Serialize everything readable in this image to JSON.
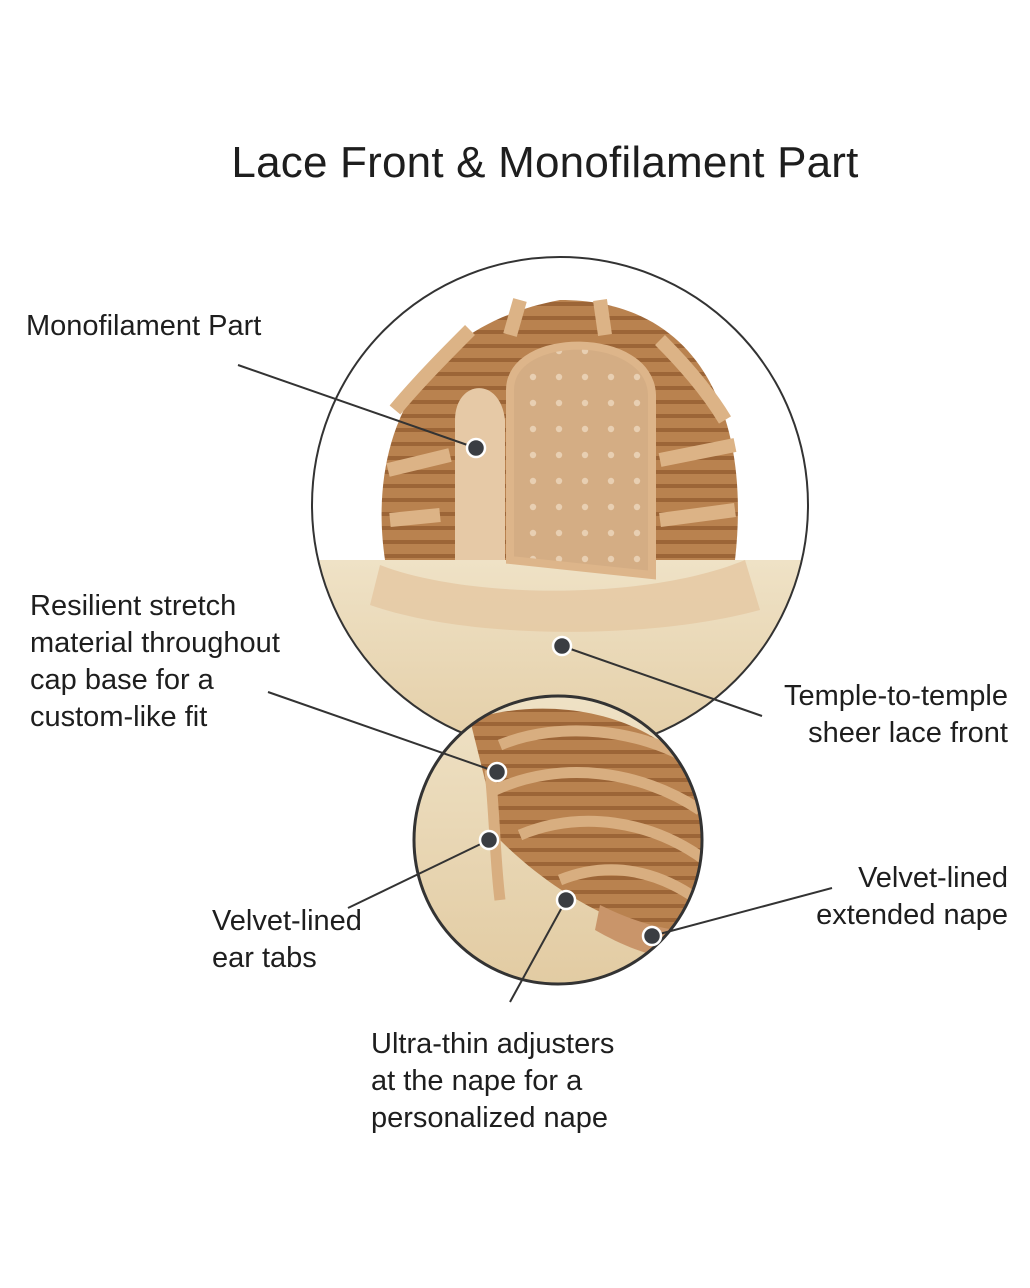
{
  "title": "Lace Front & Monofilament Part",
  "callouts": {
    "monofilament": "Monofilament Part",
    "stretch": "Resilient stretch\nmaterial throughout\ncap base for a\ncustom-like fit",
    "lace": "Temple-to-temple\nsheer lace front",
    "ear_tabs": "Velvet-lined\near tabs",
    "nape": "Velvet-lined\nextended nape",
    "adjusters": "Ultra-thin adjusters\nat the nape for a\npersonalized nape"
  },
  "colors": {
    "cap": "#c99a6a",
    "lace": "#d9b48c",
    "hair": "#e9d7b4",
    "line": "#333333",
    "dot": "#3a3d42"
  }
}
